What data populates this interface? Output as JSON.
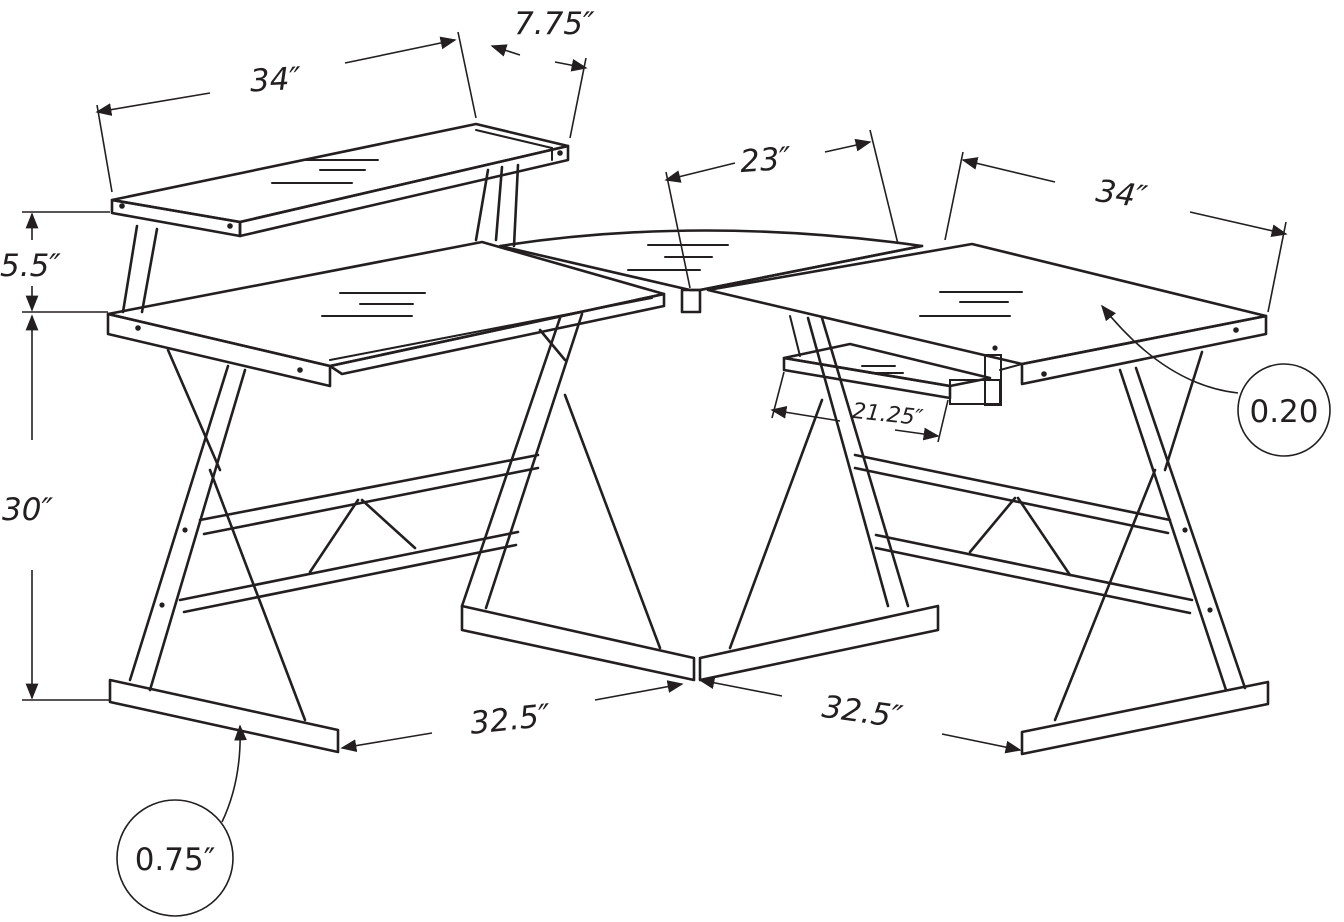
{
  "dimensions": {
    "hutch_width": "34″",
    "hutch_depth": "7.75″",
    "hutch_height": "5.5″",
    "corner_width": "23″",
    "right_width": "34″",
    "desk_height": "30″",
    "left_length": "32.5″",
    "right_length": "32.5″",
    "keyboard_tray": "21.25″"
  },
  "callouts": {
    "glass_thickness_top": "0.20",
    "base_thickness": "0.75″"
  }
}
